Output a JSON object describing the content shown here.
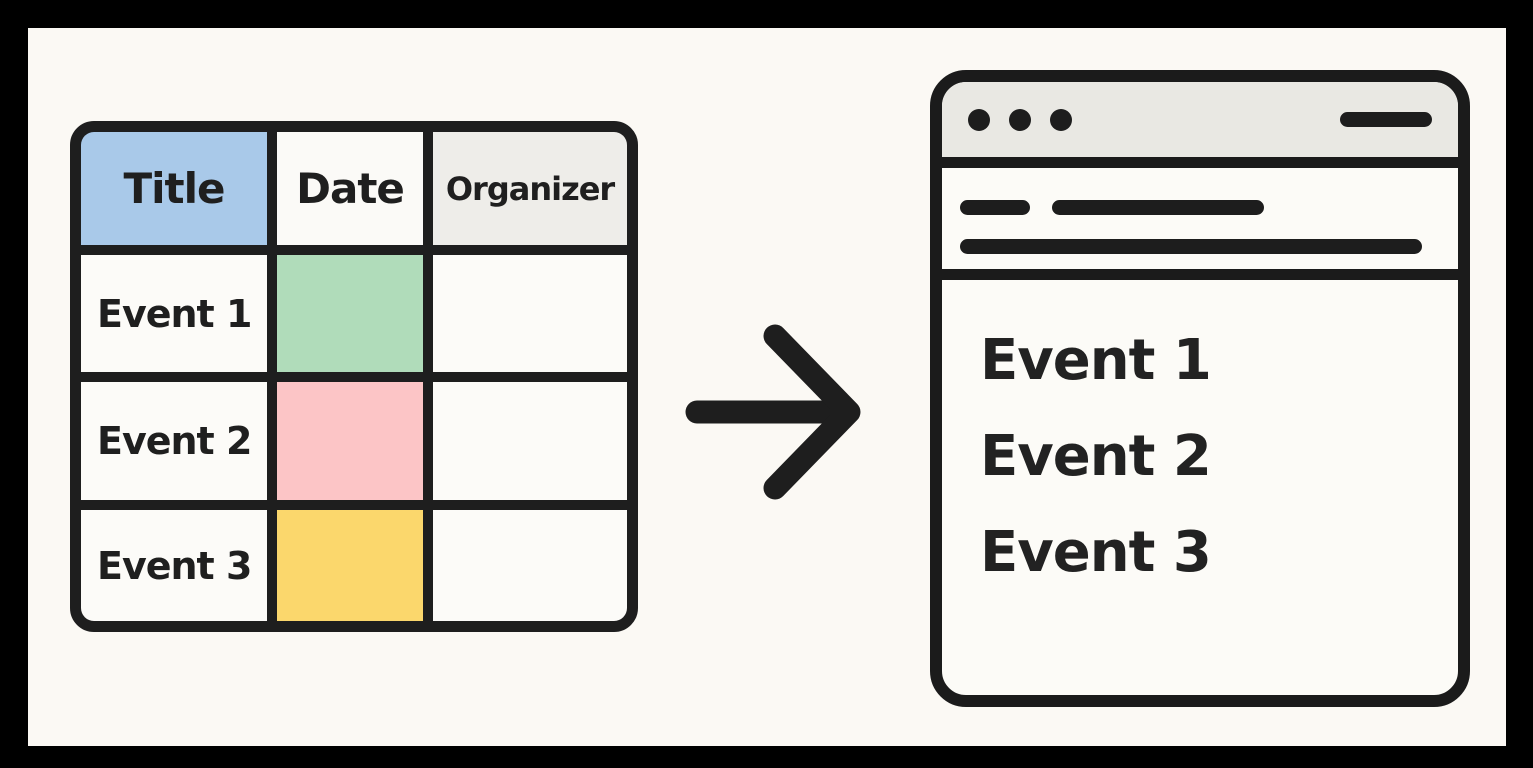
{
  "illustration": {
    "background_color": "#fbf9f4",
    "frame_color": "#000000",
    "ink_color": "#1e1e1e"
  },
  "table": {
    "columns": [
      {
        "label": "Title",
        "bg": "#a9c9e9"
      },
      {
        "label": "Date",
        "bg": "#fbfaf7"
      },
      {
        "label": "Organizer",
        "bg": "#eeede9"
      }
    ],
    "rows": [
      {
        "title": "Event 1",
        "date_bg": "#b0dcba"
      },
      {
        "title": "Event 2",
        "date_bg": "#fcc5c6"
      },
      {
        "title": "Event 3",
        "date_bg": "#fbd76c"
      }
    ]
  },
  "icons": {
    "arrow": "right-arrow-icon",
    "window_dots": "window-control-dots-icon",
    "menu_dash": "menu-dash-icon",
    "text_lines": "placeholder-text-line-icon"
  },
  "browser": {
    "events": [
      "Event 1",
      "Event 2",
      "Event 3"
    ]
  }
}
